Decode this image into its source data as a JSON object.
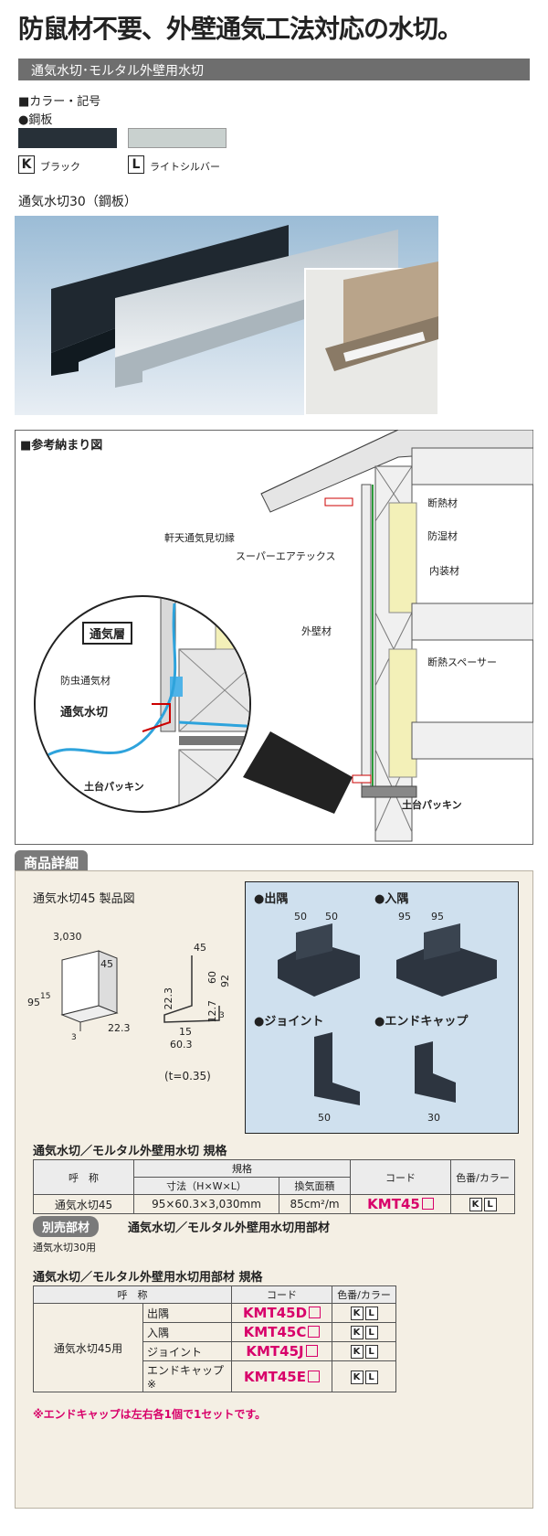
{
  "header": {
    "title": "防鼠材不要、外壁通気工法対応の水切。",
    "subtitle": "通気水切･モルタル外壁用水切"
  },
  "colors_section": {
    "heading": "■カラー・記号",
    "material": "●鋼板",
    "swatches": [
      {
        "code": "K",
        "name": "ブラック",
        "color": "#273038"
      },
      {
        "code": "L",
        "name": "ライトシルバー",
        "color": "#c9d1cf"
      }
    ]
  },
  "photo": {
    "caption": "通気水切30（鋼板）"
  },
  "diagram": {
    "heading": "■参考納まり図",
    "labels": {
      "eaves": "軒天通気見切縁",
      "super_airtex": "スーパーエアテックス",
      "outer_wall": "外壁材",
      "insulation": "断熱材",
      "moisture": "防湿材",
      "interior": "内装材",
      "spacer": "断熱スペーサー",
      "packing_right": "土台パッキン",
      "vent_layer": "通気層",
      "insect_vent": "防虫通気材",
      "drip": "通気水切",
      "packing_left": "土台パッキン"
    }
  },
  "details": {
    "tab": "商品詳細",
    "product_drawing_title": "通気水切45 製品図",
    "dims": {
      "len": "3,030",
      "d45": "45",
      "d95": "95",
      "d15": "15",
      "d3": "3",
      "d22": "22.3",
      "top45": "45",
      "v22": "22.3",
      "v60": "60",
      "v12": "12.7",
      "v92": "92",
      "b15": "15",
      "b60": "60.3",
      "b3": "3",
      "thickness": "(t=0.35)"
    },
    "parts": [
      {
        "name": "●出隅",
        "d1": "50",
        "d2": "50"
      },
      {
        "name": "●入隅",
        "d1": "95",
        "d2": "95"
      },
      {
        "name": "●ジョイント",
        "d1": "50"
      },
      {
        "name": "●エンドキャップ",
        "d1": "30"
      }
    ]
  },
  "spec1": {
    "title": "通気水切／モルタル外壁用水切 規格",
    "headers": {
      "name": "呼　称",
      "spec": "規格",
      "size": "寸法（H×W×L）",
      "vent": "換気面積",
      "code": "コード",
      "color": "色番/カラー"
    },
    "row": {
      "name": "通気水切45",
      "size": "95×60.3×3,030mm",
      "vent": "85cm²/m",
      "code": "KMT45",
      "k": "K",
      "l": "L"
    }
  },
  "sold_separately": {
    "tag": "別売部材",
    "text": "通気水切／モルタル外壁用水切用部材",
    "sub": "通気水切30用"
  },
  "spec2": {
    "title": "通気水切／モルタル外壁用水切用部材 規格",
    "headers": {
      "name": "呼　称",
      "code": "コード",
      "color": "色番/カラー"
    },
    "group": "通気水切45用",
    "rows": [
      {
        "name": "出隅",
        "code": "KMT45D"
      },
      {
        "name": "入隅",
        "code": "KMT45C"
      },
      {
        "name": "ジョイント",
        "code": "KMT45J"
      },
      {
        "name": "エンドキャップ※",
        "code": "KMT45E"
      }
    ],
    "k": "K",
    "l": "L",
    "note": "※エンドキャップは左右各1個で1セットです。"
  }
}
